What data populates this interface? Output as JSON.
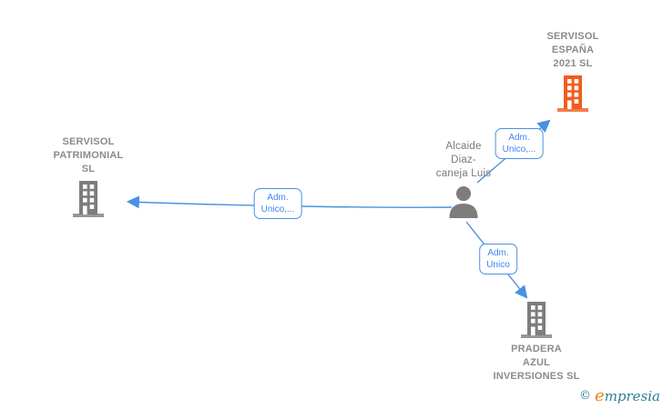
{
  "graph": {
    "nodes": {
      "espana": {
        "lines": [
          "SERVISOL",
          "ESPAÑA",
          "2021  SL"
        ]
      },
      "patrimonial": {
        "lines": [
          "SERVISOL",
          "PATRIMONIAL",
          "SL"
        ]
      },
      "person": {
        "lines": [
          "Alcaide",
          "Diaz-",
          "caneja Luis"
        ]
      },
      "pradera": {
        "lines": [
          "PRADERA",
          "AZUL",
          "INVERSIONES SL"
        ]
      }
    },
    "edges": {
      "person_to_espana": {
        "label": [
          "Adm.",
          "Unico,..."
        ]
      },
      "person_to_patrimonial": {
        "label": [
          "Adm.",
          "Unico,..."
        ]
      },
      "person_to_pradera": {
        "label": [
          "Adm.",
          "Unico"
        ]
      }
    }
  },
  "colors": {
    "edge": "#4a90e2",
    "edge_label_text": "#4285f4",
    "building_gray": "#7d7d7d",
    "building_orange": "#f25c1f",
    "company_label": "#8b8b8b",
    "person_label": "#7a7a7a",
    "brand_teal": "#2a7f96",
    "brand_orange": "#f08119"
  },
  "footer": {
    "copyright_symbol": "©",
    "brand_initial": "e",
    "brand_rest": "mpresia"
  }
}
